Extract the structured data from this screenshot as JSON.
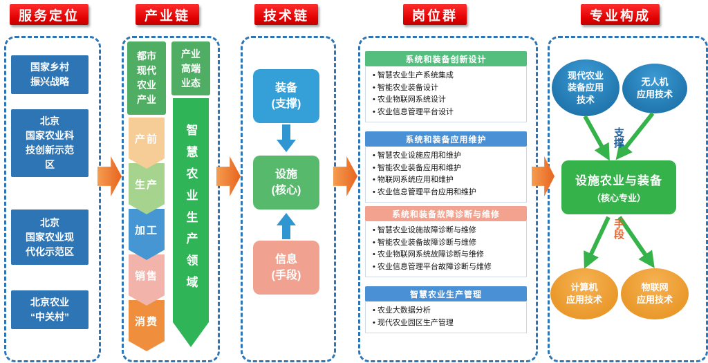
{
  "headers": {
    "service": "服务定位",
    "industry": "产业链",
    "technology": "技术链",
    "jobs": "岗位群",
    "majors": "专业构成"
  },
  "service_column": {
    "items": [
      "国家乡村\n振兴战略",
      "北京\n国家农业科\n技创新示范\n区",
      "北京\n国家农业现\n代化示范区",
      "北京农业\n“中关村”"
    ]
  },
  "industry_column": {
    "urban_agriculture": "都市\n现代\n农业\n产业",
    "high_end": "产业\n高端\n业态",
    "smart_arrow": "智慧农业生产领域",
    "chain_stages": [
      "产前",
      "生产",
      "加工",
      "销售",
      "消费"
    ]
  },
  "technology_column": {
    "equipment": "装备\n(支撑)",
    "facility": "设施\n(核心)",
    "information": "信息\n(手段)"
  },
  "jobs_column": {
    "panels": [
      {
        "title": "系统和装备创新设计",
        "color": "#53be7d",
        "items": [
          "智慧农业生产系统集成",
          "智能农业装备设计",
          "农业物联网系统设计",
          "农业信息管理平台设计"
        ]
      },
      {
        "title": "系统和装备应用维护",
        "color": "#4a90d5",
        "items": [
          "智慧农业设施应用和维护",
          "智能农业装备应用和维护",
          "物联网系统应用和维护",
          "农业信息管理平台应用和维护"
        ]
      },
      {
        "title": "系统和装备故障诊断与维修",
        "color": "#f2a28f",
        "items": [
          "智慧农业设施故障诊断与维修",
          "智能农业装备故障诊断与维修",
          "农业物联网系统故障诊断与维修",
          "农业信息管理平台故障诊断与维修"
        ]
      },
      {
        "title": "智慧农业生产管理",
        "color": "#4a90d5",
        "items": [
          "农业大数据分析",
          "现代农业园区生产管理"
        ]
      }
    ]
  },
  "majors_column": {
    "support_majors": [
      "现代农业\n装备应用\n技术",
      "无人机\n应用技术"
    ],
    "support_label": "支撑",
    "core_major": "设施农业与装备",
    "core_major_sub": "（核心专业）",
    "means_label": "手段",
    "means_majors": [
      "计算机\n应用技术",
      "物联网\n应用技术"
    ]
  },
  "colors": {
    "header_red": "#e00000",
    "column_border_blue": "#2e75b6",
    "service_box_blue": "#2e75b6",
    "industry_green": "#4fae63",
    "smart_arrow_green": "#2fb457",
    "stage_colors": [
      "#f6cd96",
      "#a6d48e",
      "#4596d3",
      "#f2b3aa",
      "#ef8f3e"
    ],
    "tech_equipment_blue": "#35a0d8",
    "tech_facility_green": "#57b96b",
    "tech_information_salmon": "#f0a18f",
    "inter_column_arrow_orange": "#ed7d31",
    "major_blue": "#1d7cbf",
    "major_orange": "#f0a032",
    "core_major_green": "#35b24a"
  }
}
